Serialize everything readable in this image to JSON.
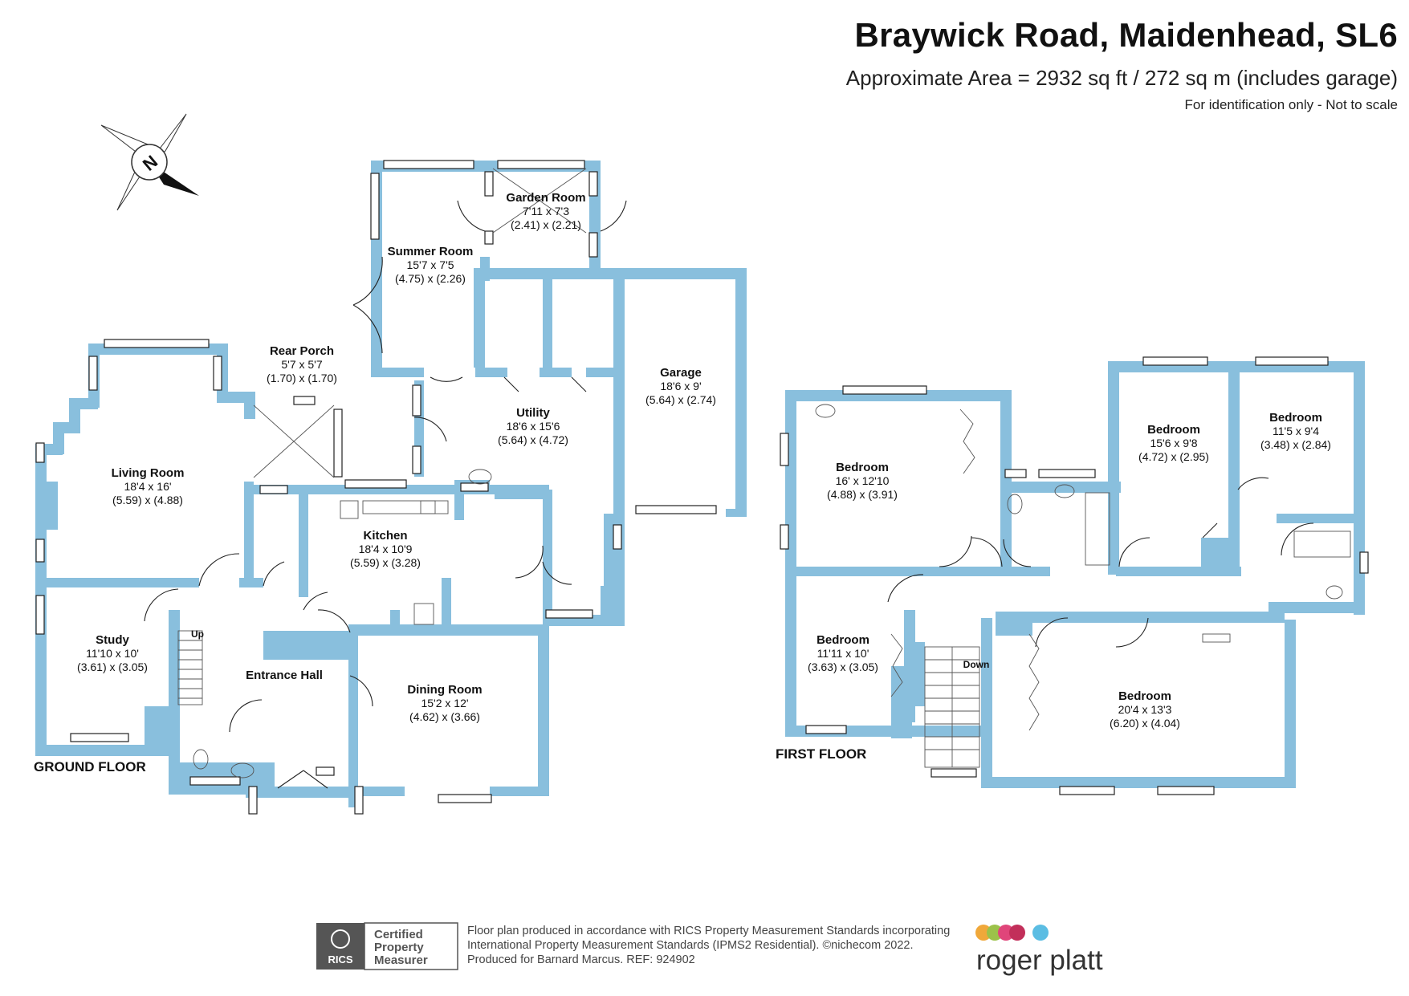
{
  "header": {
    "title": "Braywick Road, Maidenhead, SL6",
    "area": "Approximate Area = 2932 sq ft / 272 sq m (includes garage)",
    "note": "For identification only - Not to scale"
  },
  "compass": {
    "label": "N",
    "icon": "north-arrow-icon"
  },
  "ground_floor": {
    "label": "GROUND FLOOR",
    "stairs_label": "Up",
    "rooms": {
      "garden_room": {
        "name": "Garden Room",
        "imperial": "7'11 x 7'3",
        "metric": "(2.41) x (2.21)"
      },
      "summer_room": {
        "name": "Summer Room",
        "imperial": "15'7 x 7'5",
        "metric": "(4.75) x (2.26)"
      },
      "rear_porch": {
        "name": "Rear Porch",
        "imperial": "5'7 x 5'7",
        "metric": "(1.70) x (1.70)"
      },
      "living_room": {
        "name": "Living Room",
        "imperial": "18'4 x 16'",
        "metric": "(5.59) x (4.88)"
      },
      "garage": {
        "name": "Garage",
        "imperial": "18'6 x 9'",
        "metric": "(5.64) x (2.74)"
      },
      "utility": {
        "name": "Utility",
        "imperial": "18'6 x 15'6",
        "metric": "(5.64) x (4.72)"
      },
      "kitchen": {
        "name": "Kitchen",
        "imperial": "18'4 x 10'9",
        "metric": "(5.59) x (3.28)"
      },
      "study": {
        "name": "Study",
        "imperial": "11'10 x 10'",
        "metric": "(3.61) x (3.05)"
      },
      "entrance_hall": {
        "name": "Entrance Hall"
      },
      "dining_room": {
        "name": "Dining Room",
        "imperial": "15'2 x 12'",
        "metric": "(4.62) x (3.66)"
      }
    }
  },
  "first_floor": {
    "label": "FIRST FLOOR",
    "stairs_label": "Down",
    "rooms": {
      "bedroom_1": {
        "name": "Bedroom",
        "imperial": "16' x 12'10",
        "metric": "(4.88) x (3.91)"
      },
      "bedroom_2": {
        "name": "Bedroom",
        "imperial": "15'6 x 9'8",
        "metric": "(4.72) x (2.95)"
      },
      "bedroom_3": {
        "name": "Bedroom",
        "imperial": "11'5 x 9'4",
        "metric": "(3.48) x (2.84)"
      },
      "bedroom_4": {
        "name": "Bedroom",
        "imperial": "11'11 x 10'",
        "metric": "(3.63) x (3.05)"
      },
      "bedroom_5": {
        "name": "Bedroom",
        "imperial": "20'4 x 13'3",
        "metric": "(6.20) x (4.04)"
      }
    }
  },
  "footer": {
    "badge_lines": [
      "Certified",
      "Property",
      "Measurer"
    ],
    "rics_label": "RICS",
    "line1": "Floor plan produced in accordance with RICS Property Measurement Standards incorporating",
    "line2": "International Property Measurement Standards (IPMS2 Residential).   ©nichecom 2022.",
    "line3": "Produced for Barnard Marcus.   REF:  924902",
    "brand": "roger platt",
    "brand_dot_colors": [
      "#f0a83a",
      "#9cc24a",
      "#e0457a",
      "#c22f5a",
      "#5bbde3"
    ]
  }
}
